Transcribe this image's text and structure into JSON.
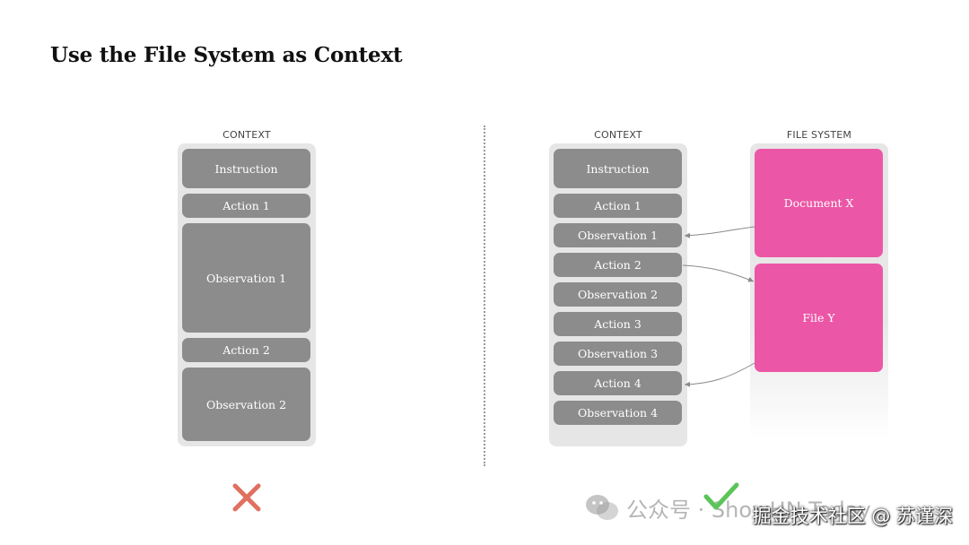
{
  "title": "Use the File System as Context",
  "left": {
    "label": "CONTEXT",
    "blocks": [
      "Instruction",
      "Action 1",
      "Observation 1",
      "Action 2",
      "Observation 2"
    ]
  },
  "right": {
    "context_label": "CONTEXT",
    "fs_label": "FILE SYSTEM",
    "blocks": [
      "Instruction",
      "Action 1",
      "Observation 1",
      "Action 2",
      "Observation 2",
      "Action 3",
      "Observation 3",
      "Action 4",
      "Observation 4"
    ],
    "files": [
      "Document X",
      "File Y"
    ]
  },
  "marks": {
    "wrong": "✕",
    "right": "✓",
    "wrong_color": "#e07060",
    "right_color": "#5cc45a"
  },
  "watermark": {
    "icon": "wechat-icon",
    "text": "公众号 · ShowHN Today"
  },
  "attribution": "掘金技术社区 @ 苏谨深",
  "colors": {
    "block": "#8c8c8c",
    "panel": "#e6e6e6",
    "file": "#ec56a6"
  }
}
